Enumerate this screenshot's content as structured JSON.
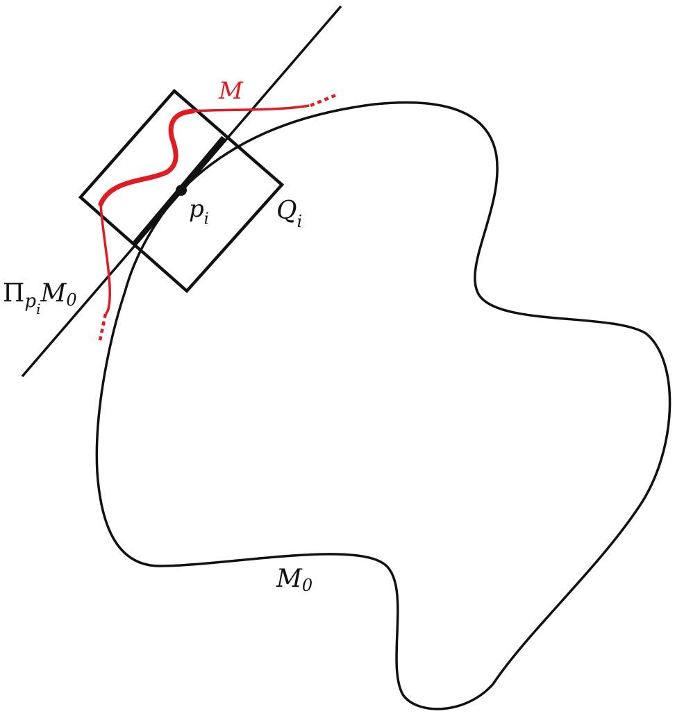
{
  "colors": {
    "ink": "#111111",
    "red": "#e21b22"
  },
  "labels": {
    "m_red": {
      "text": "M"
    },
    "p_i": {
      "base": "p",
      "sub": "i"
    },
    "q_i": {
      "base": "Q",
      "sub": "i"
    },
    "tangent": {
      "pi": "Π",
      "p": "p",
      "p_sub": "i",
      "m": "M",
      "m_sub": "0"
    },
    "m0": {
      "base": "M",
      "sub": "0"
    }
  }
}
